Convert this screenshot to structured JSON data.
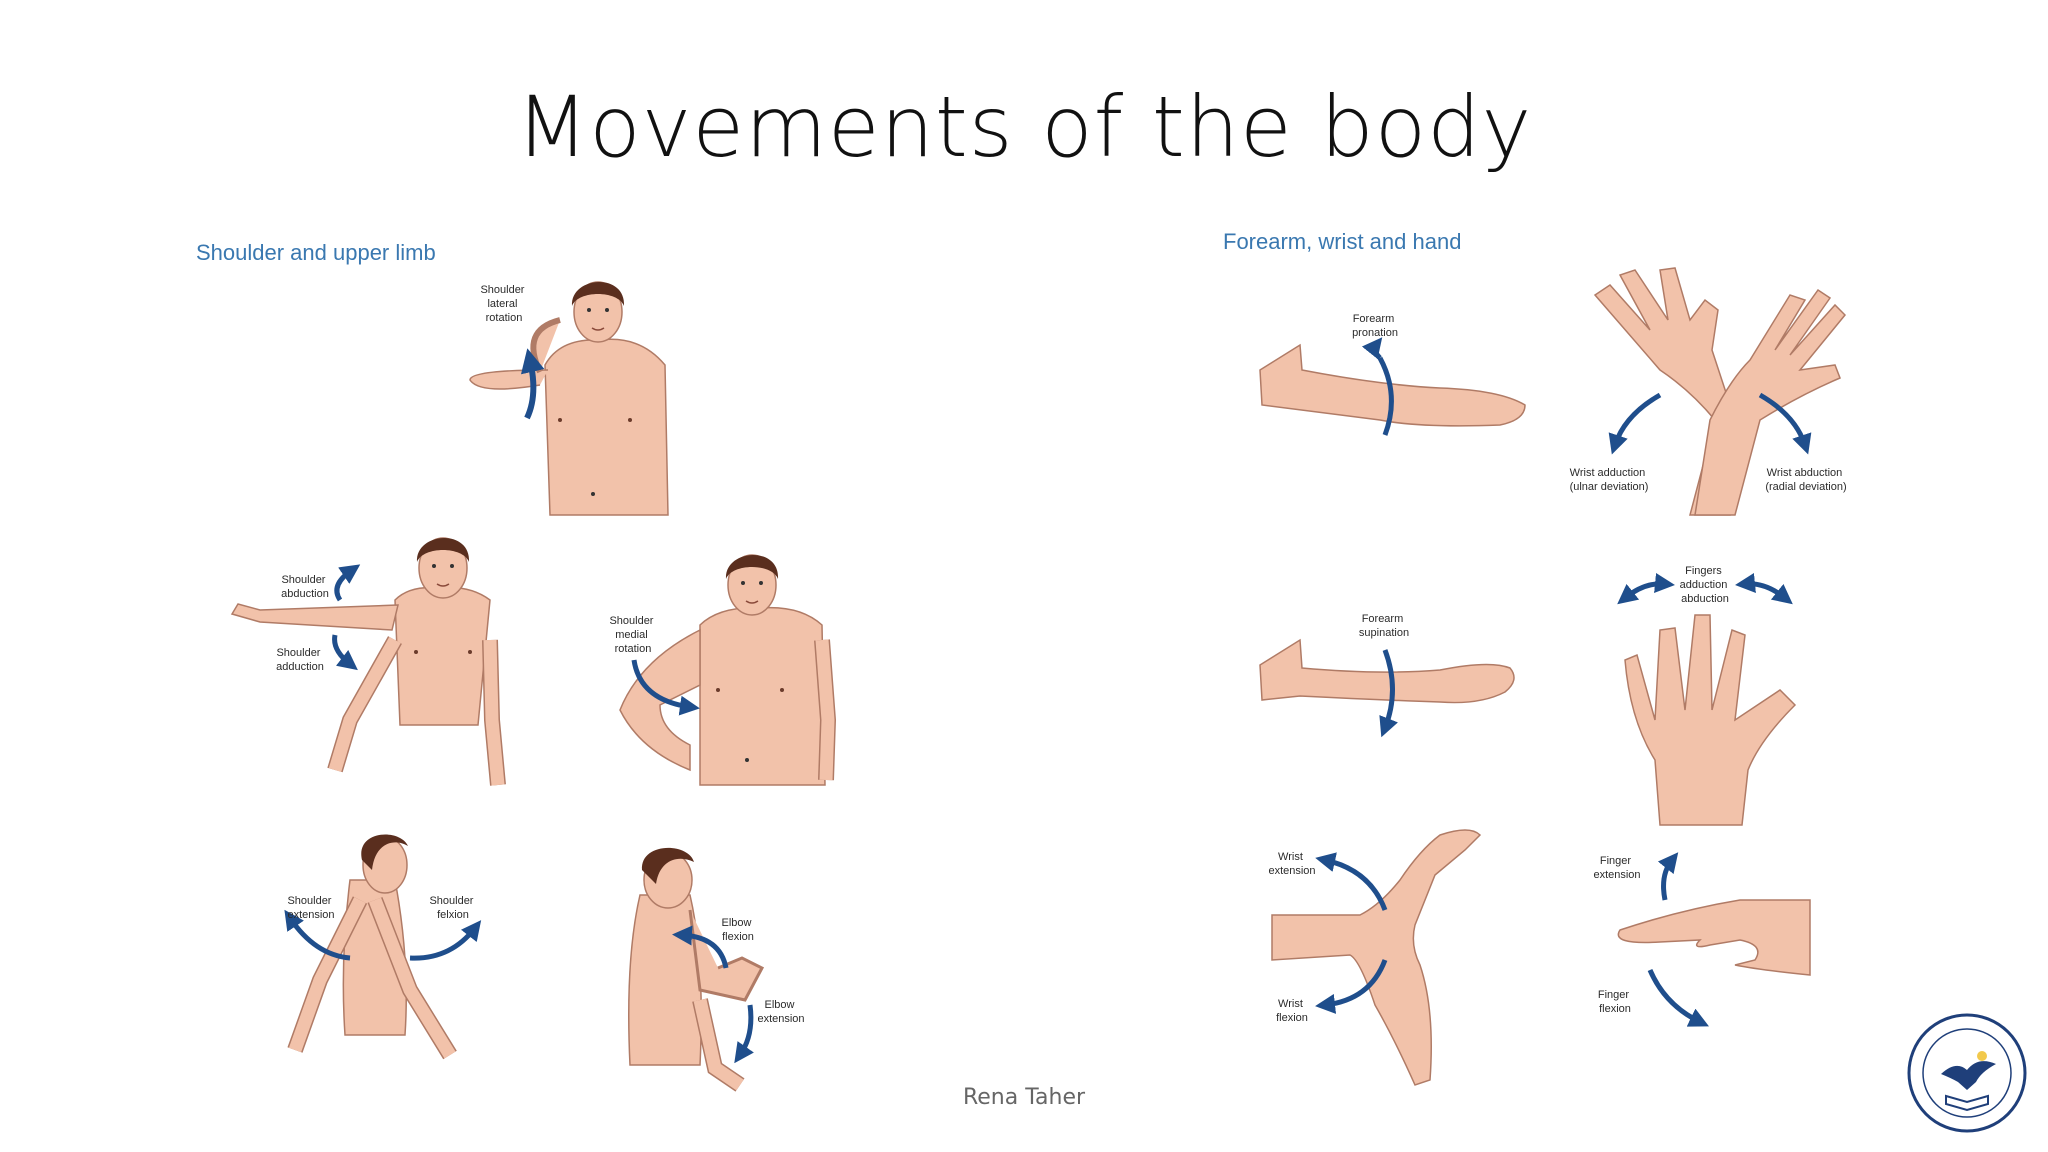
{
  "slide": {
    "title": "Movements of the body",
    "author": "Rena Taher"
  },
  "sections": {
    "left_title": "Shoulder and upper limb",
    "right_title": "Forearm, wrist and hand"
  },
  "labels": {
    "shoulder_lateral_rotation": [
      "Shoulder",
      "lateral",
      "rotation"
    ],
    "shoulder_abduction": [
      "Shoulder",
      "abduction"
    ],
    "shoulder_adduction": [
      "Shoulder",
      "adduction"
    ],
    "shoulder_medial_rotation": [
      "Shoulder",
      "medial",
      "rotation"
    ],
    "shoulder_extension": [
      "Shoulder",
      "extension"
    ],
    "shoulder_flexion": [
      "Shoulder",
      "felxion"
    ],
    "elbow_flexion": [
      "Elbow",
      "flexion"
    ],
    "elbow_extension": [
      "Elbow",
      "extension"
    ],
    "forearm_pronation": [
      "Forearm",
      "pronation"
    ],
    "forearm_supination": [
      "Forearm",
      "supination"
    ],
    "wrist_adduction": [
      "Wrist adduction",
      "(ulnar deviation)"
    ],
    "wrist_abduction": [
      "Wrist abduction",
      "(radial deviation)"
    ],
    "fingers_abduction": [
      "Fingers",
      "adduction",
      "abduction"
    ],
    "wrist_extension": [
      "Wrist",
      "extension"
    ],
    "wrist_flexion": [
      "Wrist",
      "flexion"
    ],
    "finger_extension": [
      "Finger",
      "extension"
    ],
    "finger_flexion": [
      "Finger",
      "flexion"
    ]
  },
  "colors": {
    "skin": "#f2c2aa",
    "skin_outline": "#b07b66",
    "hair": "#5a2e1e",
    "arrow": "#1f4e8c",
    "section_title": "#3a78b0"
  },
  "logo_icon": "university-seal-icon"
}
